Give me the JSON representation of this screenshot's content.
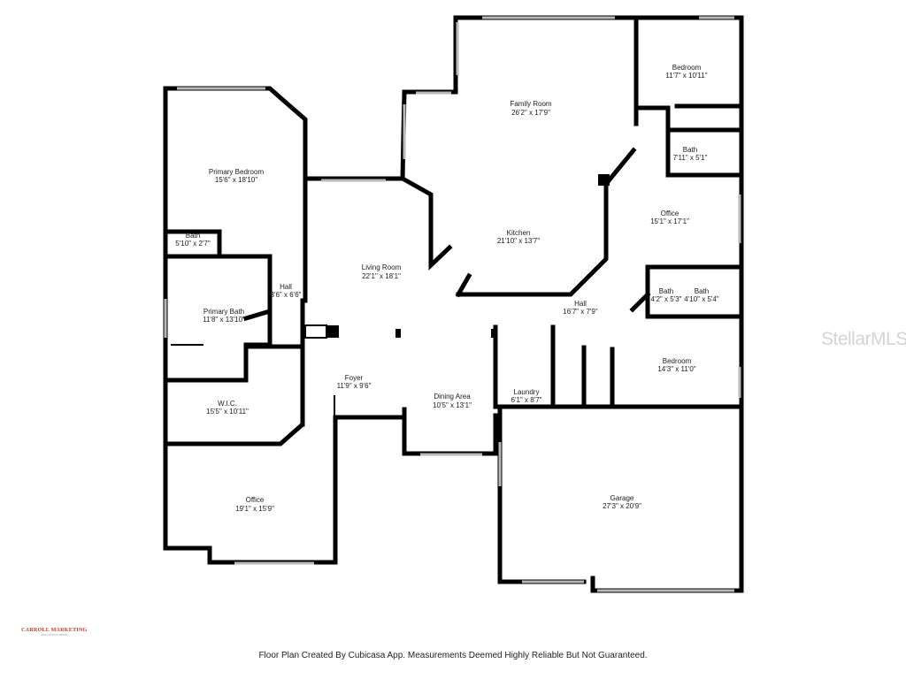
{
  "rooms": [
    {
      "name": "Bedroom",
      "dims": "11'7\" x 10'11\""
    },
    {
      "name": "Family Room",
      "dims": "26'2\" x 17'9\""
    },
    {
      "name": "Bath",
      "dims": "7'11\" x 5'1\""
    },
    {
      "name": "Primary Bedroom",
      "dims": "15'6\" x 18'10\""
    },
    {
      "name": "Office",
      "dims": "15'1\" x 17'1\""
    },
    {
      "name": "Kitchen",
      "dims": "21'10\" x 13'7\""
    },
    {
      "name": "Bath",
      "dims": "5'10\" x 2'7\""
    },
    {
      "name": "Living Room",
      "dims": "22'1\" x 18'1\""
    },
    {
      "name": "Hall",
      "dims": "3'6\" x 6'6\""
    },
    {
      "name": "Bath",
      "dims": "4'2\" x 5'3\""
    },
    {
      "name": "Bath",
      "dims": "4'10\" x 5'4\""
    },
    {
      "name": "Primary Bath",
      "dims": "11'8\" x 13'10\""
    },
    {
      "name": "Hall",
      "dims": "16'7\" x 7'9\""
    },
    {
      "name": "Laundry",
      "dims": "6'1\" x 8'7\""
    },
    {
      "name": "Bedroom",
      "dims": "14'3\" x 11'0\""
    },
    {
      "name": "Foyer",
      "dims": "11'9\" x 9'6\""
    },
    {
      "name": "W.I.C.",
      "dims": "15'5\" x 10'11\""
    },
    {
      "name": "Dining Area",
      "dims": "10'5\" x 13'1\""
    },
    {
      "name": "Garage",
      "dims": "27'3\" x 20'9\""
    },
    {
      "name": "Office",
      "dims": "19'1\" x 15'9\""
    }
  ],
  "watermark": "StellarMLS",
  "brand": {
    "name": "CARROLL MARKETING",
    "tagline": "REAL ESTATE MEDIA"
  },
  "footer": "Floor Plan Created By Cubicasa App. Measurements Deemed Highly Reliable But Not Guaranteed."
}
